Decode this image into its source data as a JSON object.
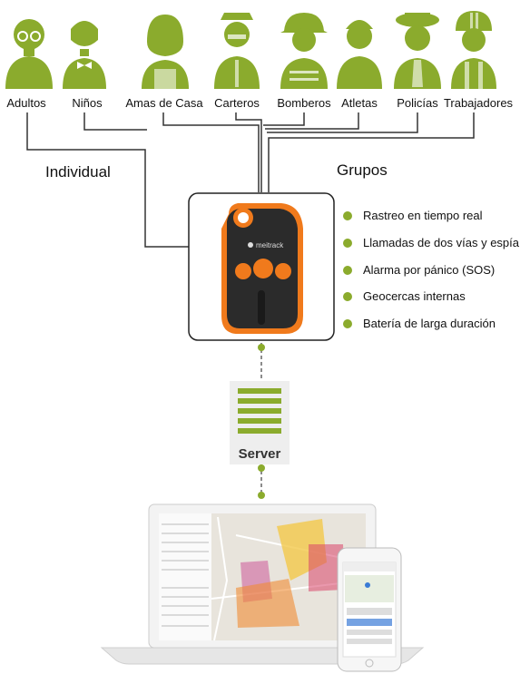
{
  "people": [
    {
      "label": "Adultos",
      "icon": "adult-icon"
    },
    {
      "label": "Niños",
      "icon": "child-icon"
    },
    {
      "label": "Amas de Casa",
      "icon": "housewife-icon"
    },
    {
      "label": "Carteros",
      "icon": "postman-icon"
    },
    {
      "label": "Bomberos",
      "icon": "firefighter-icon"
    },
    {
      "label": "Atletas",
      "icon": "athlete-icon"
    },
    {
      "label": "Policías",
      "icon": "police-icon"
    },
    {
      "label": "Trabajadores",
      "icon": "worker-icon"
    }
  ],
  "sections": {
    "individual": "Individual",
    "groups": "Grupos"
  },
  "device": {
    "brand": "meitrack"
  },
  "features": [
    "Rastreo en tiempo real",
    "Llamadas de dos vías y espía",
    "Alarma por pánico (SOS)",
    "Geocercas internas",
    "Batería de larga duración"
  ],
  "server": {
    "label": "Server"
  },
  "colors": {
    "accent_green": "#8bab2d",
    "device_orange": "#f07a1c",
    "device_body": "#2b2b2b",
    "line": "#333333"
  }
}
